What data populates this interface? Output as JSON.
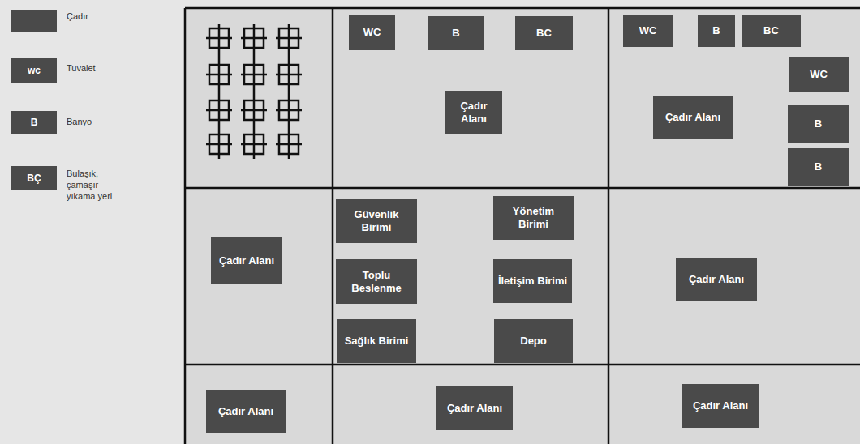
{
  "diagram": {
    "nodes": [
      {
        "text": [
          "WC"
        ]
      },
      {
        "text": [
          "B"
        ]
      },
      {
        "text": [
          "BC"
        ]
      },
      {
        "text": [
          "Çadır Alanı"
        ]
      },
      {
        "text": [
          "WC"
        ]
      },
      {
        "text": [
          "B"
        ]
      },
      {
        "text": [
          "BC"
        ]
      },
      {
        "text": [
          "WC"
        ]
      },
      {
        "text": [
          "Çadır Alanı"
        ]
      },
      {
        "text": [
          "B"
        ]
      },
      {
        "text": [
          "B"
        ]
      },
      {
        "text": [
          "Çadır Alanı"
        ]
      },
      {
        "text": [
          "Güvenlik Birimi"
        ]
      },
      {
        "text": [
          "Yönetim Birimi"
        ]
      },
      {
        "text": [
          "Toplu Beslenme"
        ]
      },
      {
        "text": [
          "İletişim Birimi"
        ]
      },
      {
        "text": [
          "Sağlık Birimi"
        ]
      },
      {
        "text": [
          "Depo"
        ]
      },
      {
        "text": [
          "Çadır Alanı"
        ]
      },
      {
        "text": [
          "Çadır Alanı"
        ]
      },
      {
        "text": [
          "Çadır Alanı"
        ]
      },
      {
        "text": [
          "Çadır Alanı"
        ]
      }
    ],
    "labels": [
      "wc",
      "B",
      "BÇ"
    ],
    "legend": [
      {
        "text": "Çadır",
        "color": "#4a4a4a"
      },
      {
        "text": "Tuvalet",
        "color": "#4a4a4a"
      },
      {
        "text": "Banyo",
        "color": "#4a4a4a"
      },
      {
        "text": "Bulaşık, çamaşır yıkama yeri",
        "color": "#4a4a4a"
      }
    ]
  }
}
